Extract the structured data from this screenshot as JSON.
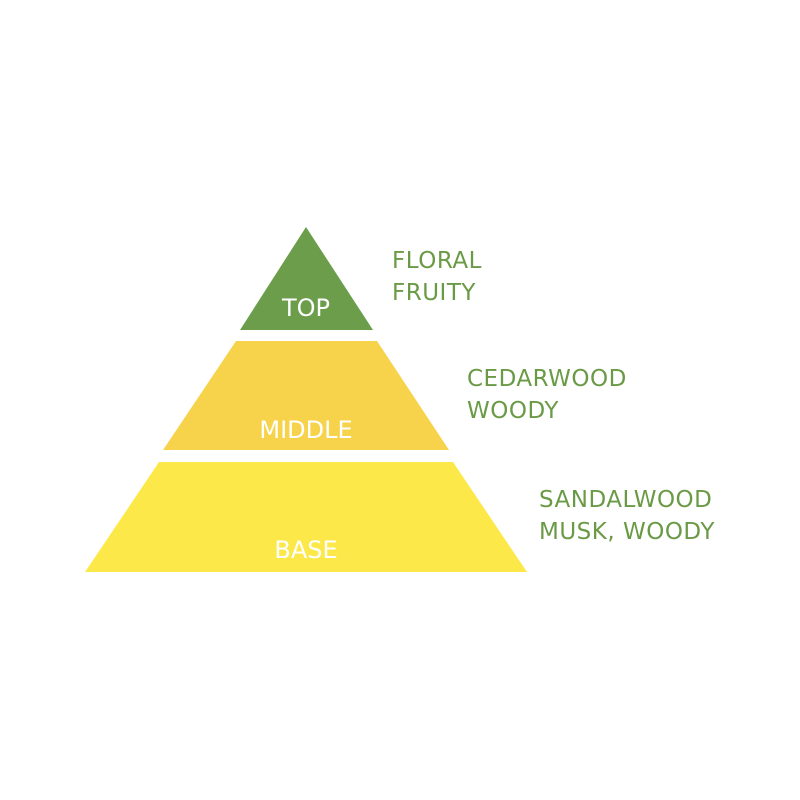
{
  "pyramid": {
    "tiers": [
      {
        "label": "TOP",
        "color": "#6b9d4b",
        "notes": [
          "FLORAL",
          "FRUITY"
        ]
      },
      {
        "label": "MIDDLE",
        "color": "#f6d34a",
        "notes": [
          "CEDARWOOD",
          "WOODY"
        ]
      },
      {
        "label": "BASE",
        "color": "#fde84a",
        "notes": [
          "SANDALWOOD",
          "MUSK, WOODY"
        ]
      }
    ],
    "notes_color": "#6a9a46"
  }
}
